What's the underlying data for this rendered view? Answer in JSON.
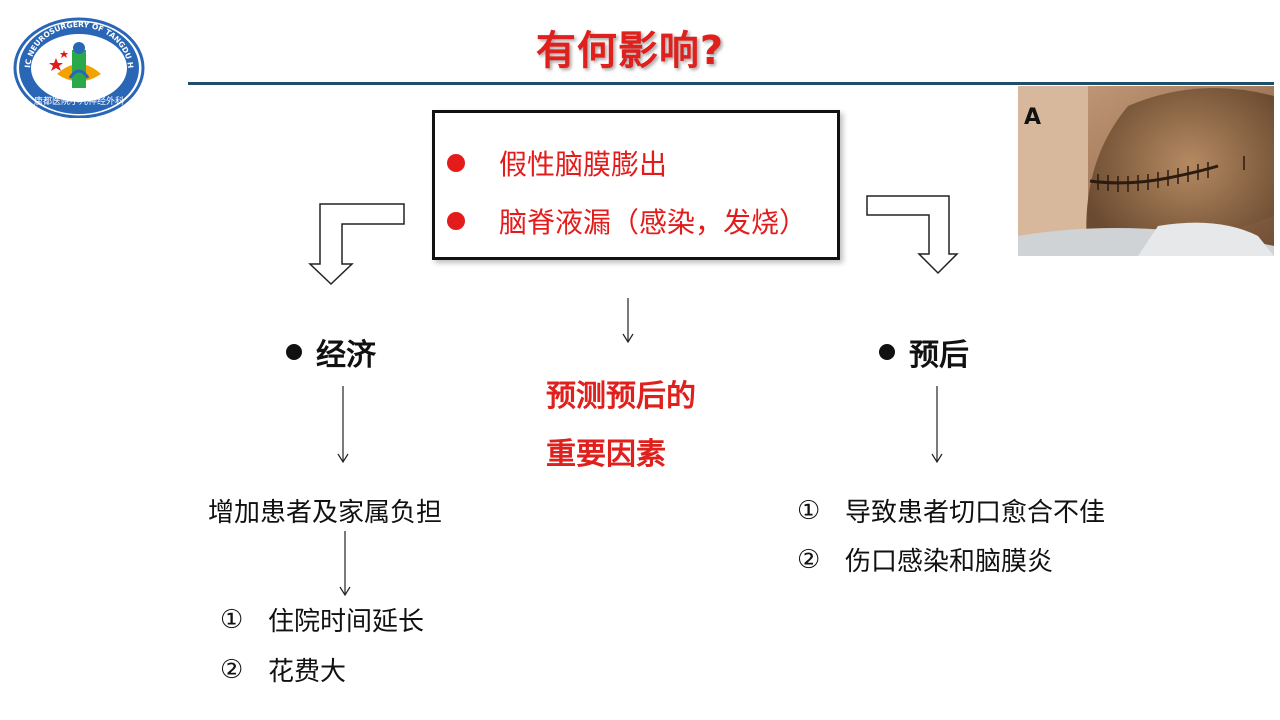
{
  "logo": {
    "ring_text": "PEDIATRIC NEUROSURGERY OF TANGDU HOSPITAL",
    "bottom_text": "唐都医院小儿神经外科"
  },
  "title": "有何影响?",
  "center_box": {
    "items": [
      "假性脑膜膨出",
      "脑脊液漏（感染，发烧）"
    ]
  },
  "photo": {
    "label": "A"
  },
  "economy": {
    "heading": "经济",
    "effect": "增加患者及家属负担",
    "subitems": [
      {
        "num": "①",
        "text": "住院时间延长"
      },
      {
        "num": "②",
        "text": "花费大"
      }
    ]
  },
  "center": {
    "line1": "预测预后的",
    "line2": "重要因素"
  },
  "prognosis": {
    "heading": "预后",
    "items": [
      {
        "num": "①",
        "text": "导致患者切口愈合不佳"
      },
      {
        "num": "②",
        "text": "伤口感染和脑膜炎"
      }
    ]
  },
  "colors": {
    "accent_red": "#e0201c",
    "rule_blue": "#1f4e6b",
    "logo_blue": "#2a66b6"
  }
}
